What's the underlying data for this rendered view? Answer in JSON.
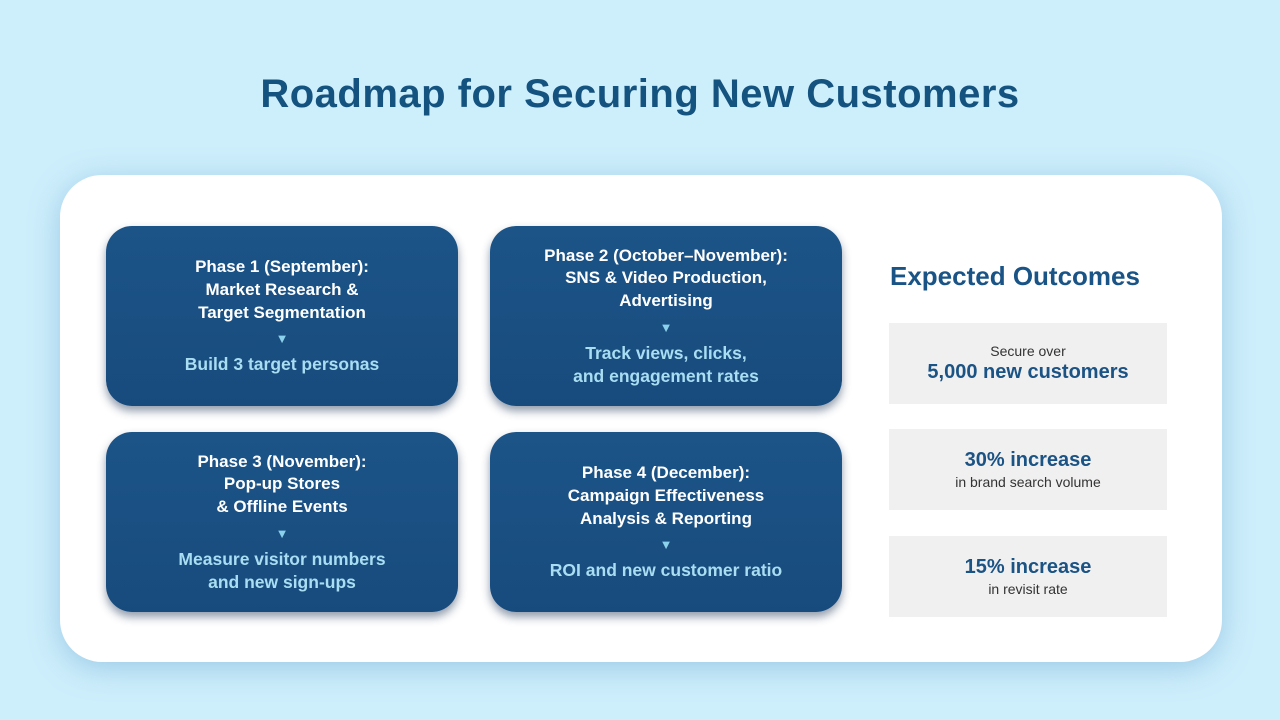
{
  "title": "Roadmap for Securing New Customers",
  "arrow_icon": "▼",
  "colors": {
    "background": "#cdeefb",
    "card_blue": "#1a5183",
    "brand_dark_blue": "#14527f",
    "card_light_blue_text": "#a9def2",
    "arrow_light_blue": "#8bd1ec",
    "outcome_box_bg": "#f0f0f0",
    "outcome_small_text": "#333333"
  },
  "phases": [
    {
      "heading": "Phase 1 (September):\nMarket Research &\nTarget Segmentation",
      "result": "Build 3 target personas"
    },
    {
      "heading": "Phase 2 (October–November):\nSNS & Video Production,\nAdvertising",
      "result": "Track views, clicks,\nand engagement rates"
    },
    {
      "heading": "Phase 3 (November):\nPop-up Stores\n& Offline Events",
      "result": "Measure visitor numbers\nand new sign-ups"
    },
    {
      "heading": "Phase 4 (December):\nCampaign Effectiveness\nAnalysis & Reporting",
      "result": "ROI and new customer ratio"
    }
  ],
  "outcomes": {
    "heading": "Expected Outcomes",
    "items": [
      {
        "small": "Secure over",
        "main": "5,000 new customers"
      },
      {
        "main": "30% increase",
        "small": "in brand search volume"
      },
      {
        "main": "15% increase",
        "small": "in revisit rate"
      }
    ]
  }
}
